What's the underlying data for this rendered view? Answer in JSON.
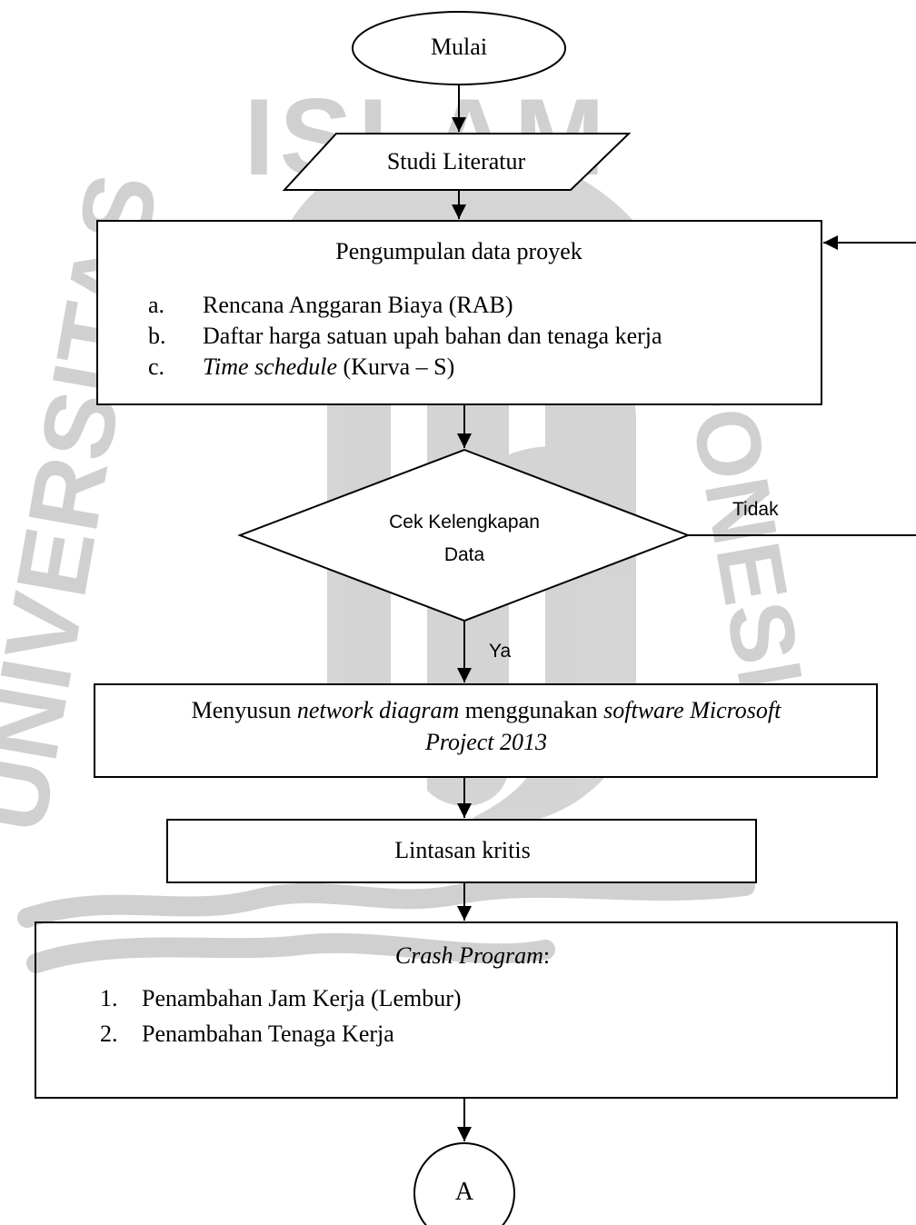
{
  "watermark": {
    "text_top": "ISLAM",
    "text_left": "UNIVERSITAS",
    "text_right": "INDONESIA"
  },
  "start": {
    "label": "Mulai"
  },
  "literature": {
    "label": "Studi Literatur"
  },
  "collect": {
    "title": "Pengumpulan data proyek",
    "items": [
      {
        "marker": "a.",
        "text": "Rencana Anggaran Biaya (RAB)"
      },
      {
        "marker": "b.",
        "text": "Daftar harga satuan upah bahan dan tenaga kerja"
      },
      {
        "marker": "c.",
        "text_italic": "Time schedule",
        "text_rest": " (Kurva – S)"
      }
    ]
  },
  "decision": {
    "line1": "Cek Kelengkapan",
    "line2": "Data",
    "no_label": "Tidak",
    "yes_label": "Ya"
  },
  "network": {
    "part1": "Menyusun ",
    "part2_italic": "network diagram",
    "part3": " menggunakan ",
    "part4_italic": "software Microsoft",
    "line2_italic": "Project 2013"
  },
  "critical": {
    "label": "Lintasan kritis"
  },
  "crash": {
    "title_italic": "Crash Program",
    "title_suffix": ":",
    "items": [
      {
        "marker": "1.",
        "text": "Penambahan Jam Kerja (Lembur)"
      },
      {
        "marker": "2.",
        "text": "Penambahan Tenaga Kerja"
      }
    ]
  },
  "connector": {
    "label": "A"
  },
  "colors": {
    "line": "#000000",
    "watermark": "#d0d0d0",
    "background": "#ffffff"
  }
}
